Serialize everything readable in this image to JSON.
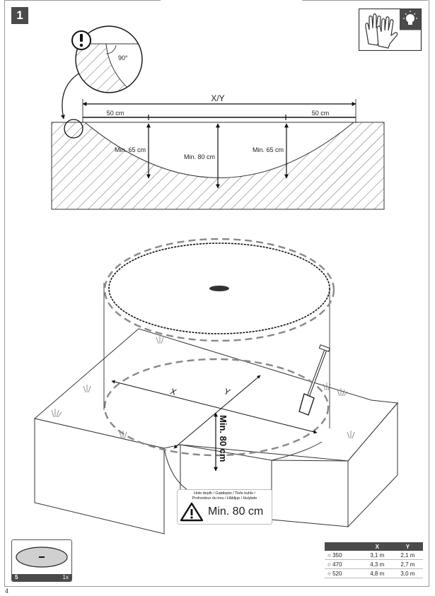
{
  "step": {
    "number": "1"
  },
  "page_number": "4",
  "excavation": {
    "angle_label": "90°",
    "span_label": "X/Y",
    "edge_left": "50 cm",
    "edge_right": "50 cm",
    "depth_side_left": "Min. 65 cm",
    "depth_center": "Min. 80 cm",
    "depth_side_right": "Min. 65 cm"
  },
  "iso": {
    "x_label": "X",
    "y_label": "Y",
    "depth_label": "Min. 80 cm"
  },
  "warning": {
    "line1": "Hole depth / Gatdiepte / Tiefe kuhle /",
    "line2": "Profondeur du trou / Håldjup / Hulybde",
    "value": "Min. 80 cm"
  },
  "parts": {
    "number": "5",
    "quantity": "1x"
  },
  "size_table": {
    "headers": [
      "",
      "X",
      "Y"
    ],
    "rows": [
      {
        "model": "350",
        "x": "3,1 m",
        "y": "2,1 m"
      },
      {
        "model": "470",
        "x": "4,3 m",
        "y": "2,7 m"
      },
      {
        "model": "520",
        "x": "4,8 m",
        "y": "3,0 m"
      }
    ]
  },
  "icons": [
    "exclamation-icon",
    "gloves-icon",
    "lightbulb-icon",
    "shovel-icon",
    "warning-triangle-icon",
    "grass-icon"
  ]
}
